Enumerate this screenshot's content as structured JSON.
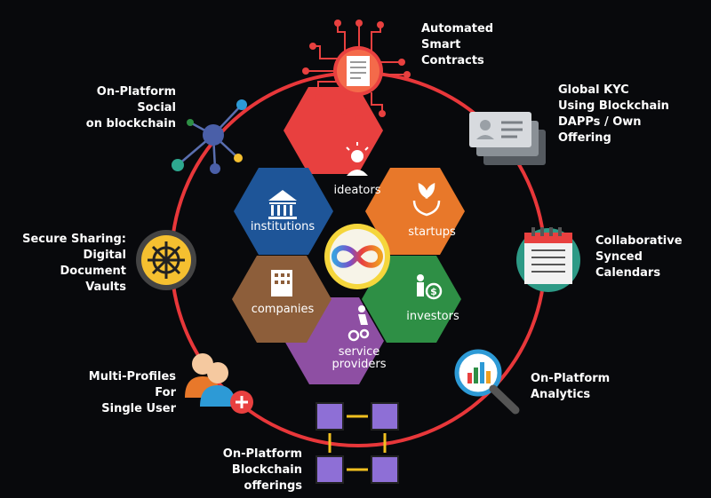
{
  "features": {
    "smart_contracts": [
      "Automated",
      "Smart",
      "Contracts"
    ],
    "kyc": [
      "Global KYC",
      "Using Blockchain",
      "DAPPs / Own",
      "Offering"
    ],
    "calendars": [
      "Collaborative",
      "Synced",
      "Calendars"
    ],
    "analytics": [
      "On-Platform",
      "Analytics"
    ],
    "blockchain_offerings": [
      "On-Platform",
      "Blockchain",
      "offerings"
    ],
    "multi_profiles": [
      "Multi-Profiles",
      "For",
      "Single User"
    ],
    "vaults": [
      "Secure Sharing:",
      "Digital",
      "Document",
      "Vaults"
    ],
    "social": [
      "On-Platform",
      "Social",
      "on blockchain"
    ]
  },
  "hexes": {
    "ideators": "ideators",
    "startups": "startups",
    "investors": "investors",
    "service_providers": [
      "service",
      "providers"
    ],
    "companies": "companies",
    "institutions": "institutions"
  },
  "colors": {
    "ring": "#e8373a",
    "ideators": "#e8403f",
    "startups": "#e8782a",
    "investors": "#2e8f45",
    "service_providers": "#8e4fa3",
    "companies": "#8d5e3a",
    "institutions": "#1e5598",
    "center": "#f5d63c"
  }
}
